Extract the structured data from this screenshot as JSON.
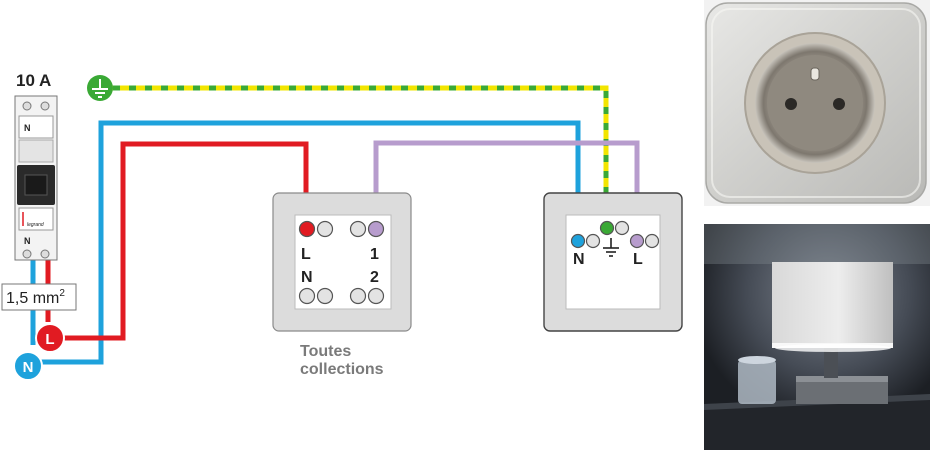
{
  "breaker": {
    "rating": "10 A",
    "top_terminal_label": "N",
    "bottom_terminal_label": "N",
    "brand": "legrand"
  },
  "cable": {
    "section": "1,5 mm",
    "section_sup": "2"
  },
  "wire_tags": {
    "line": "L",
    "neutral": "N"
  },
  "switch": {
    "terminal_l": "L",
    "terminal_1": "1",
    "terminal_n": "N",
    "terminal_2": "2",
    "caption_line1": "Toutes",
    "caption_line2": "collections"
  },
  "outlet": {
    "terminal_n": "N",
    "terminal_l": "L"
  },
  "colors": {
    "live": "#e11b22",
    "neutral": "#1ea2dc",
    "switched": "#b79ccd",
    "earth_green": "#3aa935",
    "earth_yellow": "#f2e500",
    "plate_frame": "#dcdcdc",
    "caption_gray": "#7a7a7a"
  },
  "photos": {
    "socket_photo": "french-socket-photo",
    "lamp_photo": "table-lamp-photo"
  }
}
